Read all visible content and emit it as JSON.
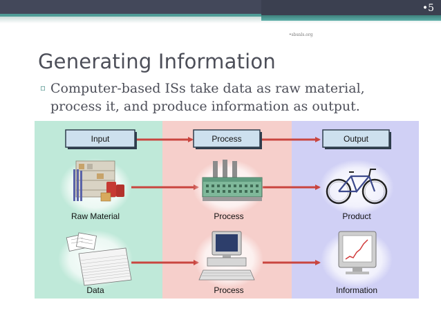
{
  "slide": {
    "number": "•5",
    "source": "•sbsnls.org",
    "title": "Generating Information",
    "bullet_marker": "▫",
    "bullet": "Computer-based ISs take data as raw material, process it, and produce information as output."
  },
  "diagram": {
    "columns": [
      {
        "header": "Input",
        "bg": "#bfe9d9"
      },
      {
        "header": "Process",
        "bg": "#f6cfcb"
      },
      {
        "header": "Output",
        "bg": "#d0d0f5"
      }
    ],
    "row1_labels": [
      "Raw Material",
      "Process",
      "Product"
    ],
    "row2_labels": [
      "Data",
      "Process",
      "Information"
    ],
    "colors": {
      "arrow": "#c9453f",
      "header_box": "#cde0ee",
      "header_border": "#2f3d4c"
    }
  }
}
